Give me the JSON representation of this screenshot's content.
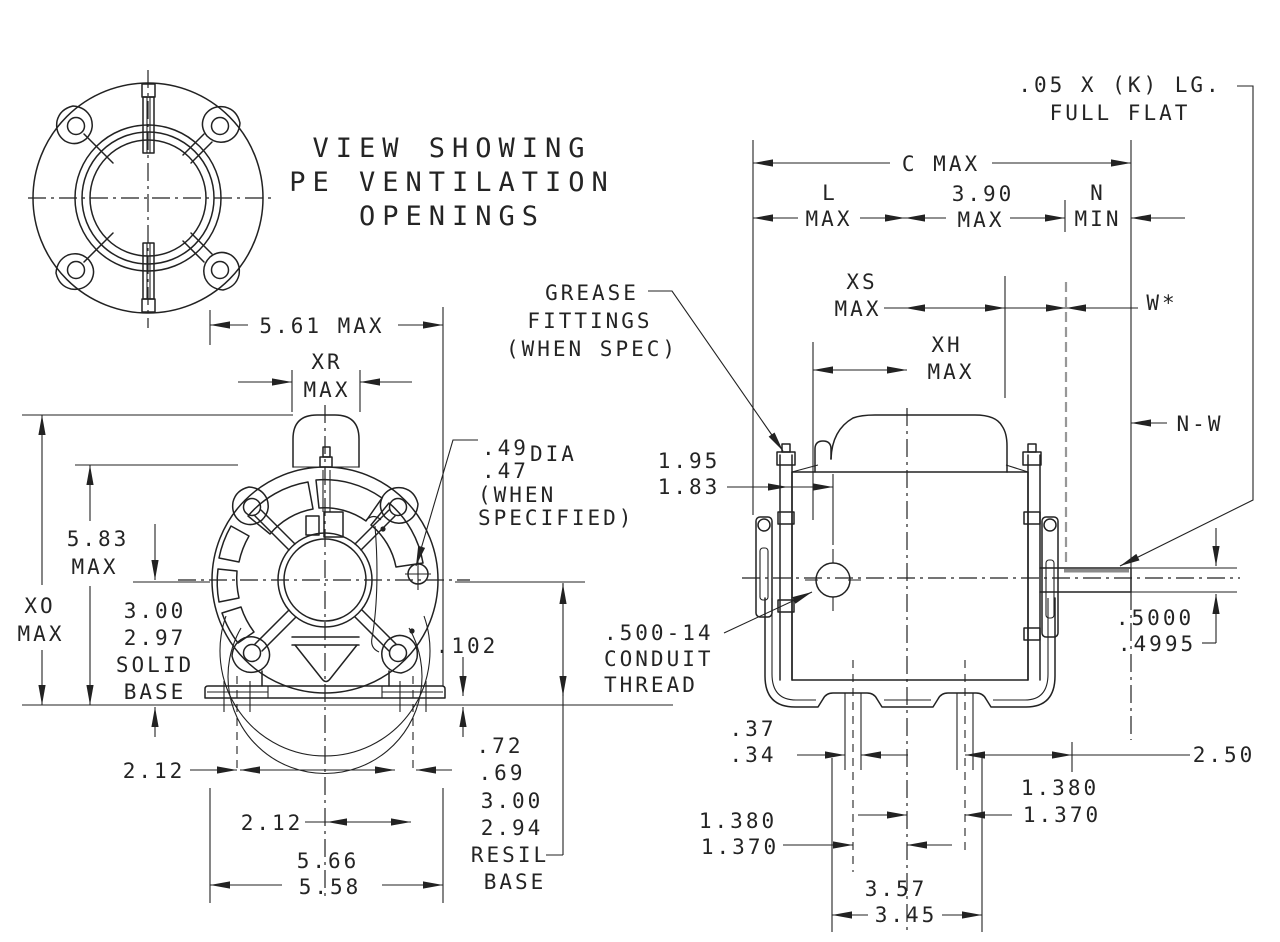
{
  "drawing_type": "motor-outline-dimension-drawing",
  "colors": {
    "line": "#222222",
    "background": "#ffffff",
    "phantom_line": "#979797",
    "shaft_flat": "#8a8a8a"
  },
  "labels": {
    "title": [
      "VIEW SHOWING",
      "PE VENTILATION",
      "OPENINGS"
    ],
    "flat_note": [
      ".05 X (K) LG.",
      "FULL FLAT"
    ],
    "c_max": "C MAX",
    "l_max": [
      "L",
      "MAX"
    ],
    "dim_390": [
      "3.90",
      "MAX"
    ],
    "n_min": [
      "N",
      "MIN"
    ],
    "xs_max": [
      "XS",
      "MAX"
    ],
    "w_star": "W*",
    "xh_max": [
      "XH",
      "MAX"
    ],
    "n_w": "N-W",
    "grease": [
      "GREASE",
      "FITTINGS",
      "(WHEN SPEC)"
    ],
    "dim_561": "5.61 MAX",
    "xr_max": [
      "XR",
      "MAX"
    ],
    "dia_note": [
      ".49",
      ".47",
      "DIA",
      "(WHEN",
      "SPECIFIED)"
    ],
    "dim_583": [
      "5.83",
      "MAX"
    ],
    "xo_max": [
      "XO",
      "MAX"
    ],
    "solid_base": [
      "3.00",
      "2.97",
      "SOLID",
      "BASE"
    ],
    "dim_195": [
      "1.95",
      "1.83"
    ],
    "conduit": [
      ".500-14",
      "CONDUIT",
      "THREAD"
    ],
    "dim_102": ".102",
    "shaft_dia": [
      ".5000",
      ".4995"
    ],
    "dim_212_left": "2.12",
    "dim_212_mid": "2.12",
    "dim_566": [
      "5.66",
      "5.58"
    ],
    "dim_72": [
      ".72",
      ".69"
    ],
    "resil_base": [
      "3.00",
      "2.94",
      "RESIL",
      "BASE"
    ],
    "dim_37": [
      ".37",
      ".34"
    ],
    "dim_250": "2.50",
    "f_left": [
      "1.380",
      "1.370"
    ],
    "f_right": [
      "1.380",
      "1.370"
    ],
    "dim_357": [
      "3.57",
      "3.45"
    ]
  }
}
